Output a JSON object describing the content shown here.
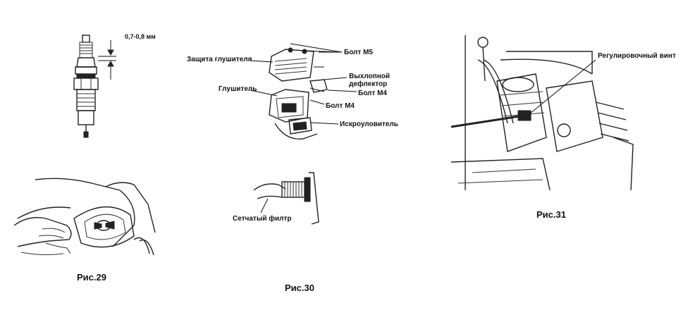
{
  "fig29": {
    "gap_label": "0,7-0,8 мм",
    "caption": "Рис.29"
  },
  "fig30": {
    "labels": {
      "muffler_guard": "Защита глушителя",
      "bolt_m5": "Болт М5",
      "exhaust_deflector_1": "Выхлопной",
      "exhaust_deflector_2": "дефлектор",
      "bolt_m4_a": "Болт М4",
      "muffler": "Глушитель",
      "bolt_m4_b": "Болт М4",
      "spark_arrester": "Искроуловитель",
      "mesh_filter": "Сетчатый филтр"
    },
    "caption": "Рис.30"
  },
  "fig31": {
    "label_adjust_screw": "Регулировочный винт",
    "caption": "Рис.31"
  }
}
